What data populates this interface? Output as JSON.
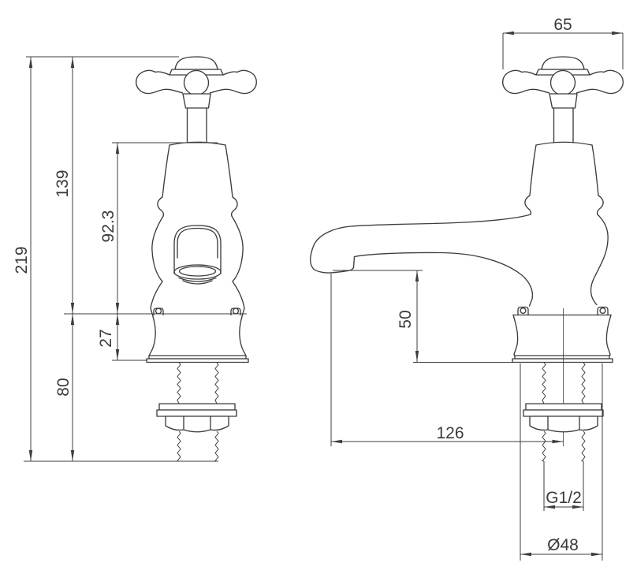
{
  "colors": {
    "line": "#3d3d3d",
    "text": "#3a3a3a",
    "background": "#ffffff"
  },
  "front_view": {
    "dimensions": {
      "overall_height": "219",
      "height_above_deck": "139",
      "body_height": "92.3",
      "base_height": "27",
      "shank_length": "80"
    }
  },
  "side_view": {
    "dimensions": {
      "handle_width": "65",
      "spout_clearance": "50",
      "spout_reach": "126",
      "thread_size": "G1/2",
      "base_diameter": "Ø48"
    }
  }
}
